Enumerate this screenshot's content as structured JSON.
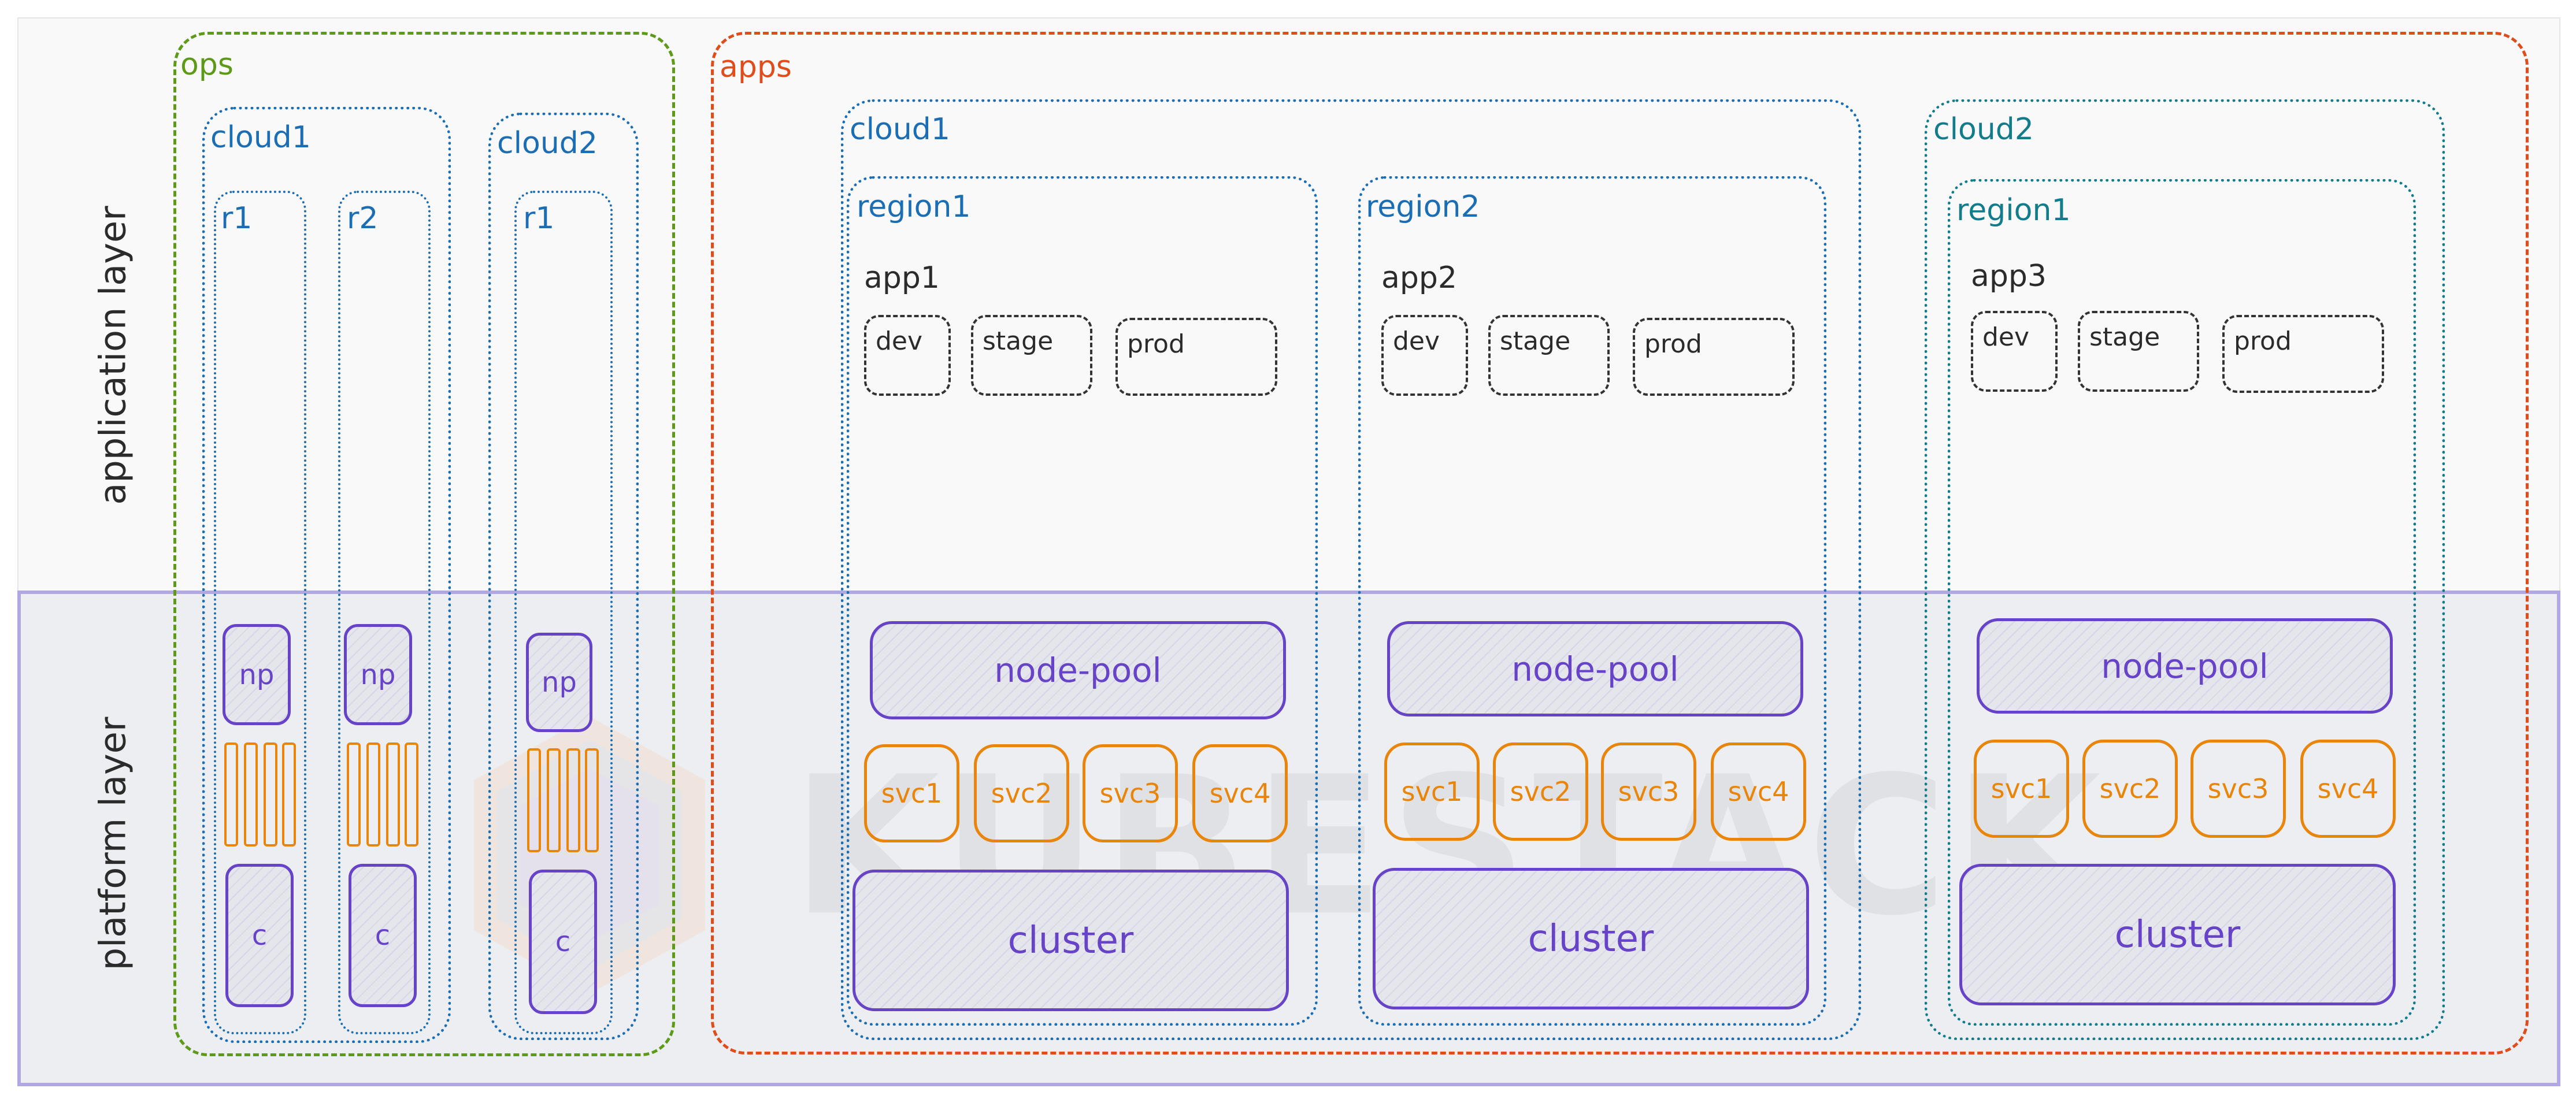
{
  "layers": {
    "application": "application layer",
    "platform": "platform layer"
  },
  "watermark": "KUBESTACK",
  "ops": {
    "label": "ops",
    "clouds": [
      {
        "label": "cloud1",
        "regions": [
          {
            "label": "r1",
            "node_pool": "np",
            "cluster": "c"
          },
          {
            "label": "r2",
            "node_pool": "np",
            "cluster": "c"
          }
        ]
      },
      {
        "label": "cloud2",
        "regions": [
          {
            "label": "r1",
            "node_pool": "np",
            "cluster": "c"
          }
        ]
      }
    ]
  },
  "apps": {
    "label": "apps",
    "clouds": [
      {
        "label": "cloud1",
        "regions": [
          {
            "label": "region1",
            "app": "app1",
            "envs": [
              "dev",
              "stage",
              "prod"
            ],
            "node_pool": "node-pool",
            "services": [
              "svc1",
              "svc2",
              "svc3",
              "svc4"
            ],
            "cluster": "cluster"
          },
          {
            "label": "region2",
            "app": "app2",
            "envs": [
              "dev",
              "stage",
              "prod"
            ],
            "node_pool": "node-pool",
            "services": [
              "svc1",
              "svc2",
              "svc3",
              "svc4"
            ],
            "cluster": "cluster"
          }
        ]
      },
      {
        "label": "cloud2",
        "regions": [
          {
            "label": "region1",
            "app": "app3",
            "envs": [
              "dev",
              "stage",
              "prod"
            ],
            "node_pool": "node-pool",
            "services": [
              "svc1",
              "svc2",
              "svc3",
              "svc4"
            ],
            "cluster": "cluster"
          }
        ]
      }
    ]
  },
  "colors": {
    "ops": "#5c9a17",
    "apps": "#de4d1b",
    "cloud": "#1c6eb4",
    "cloud2": "#127c8c",
    "platform_border": "#b1a8e3",
    "resource": "#6743c7",
    "service": "#e8850a"
  }
}
